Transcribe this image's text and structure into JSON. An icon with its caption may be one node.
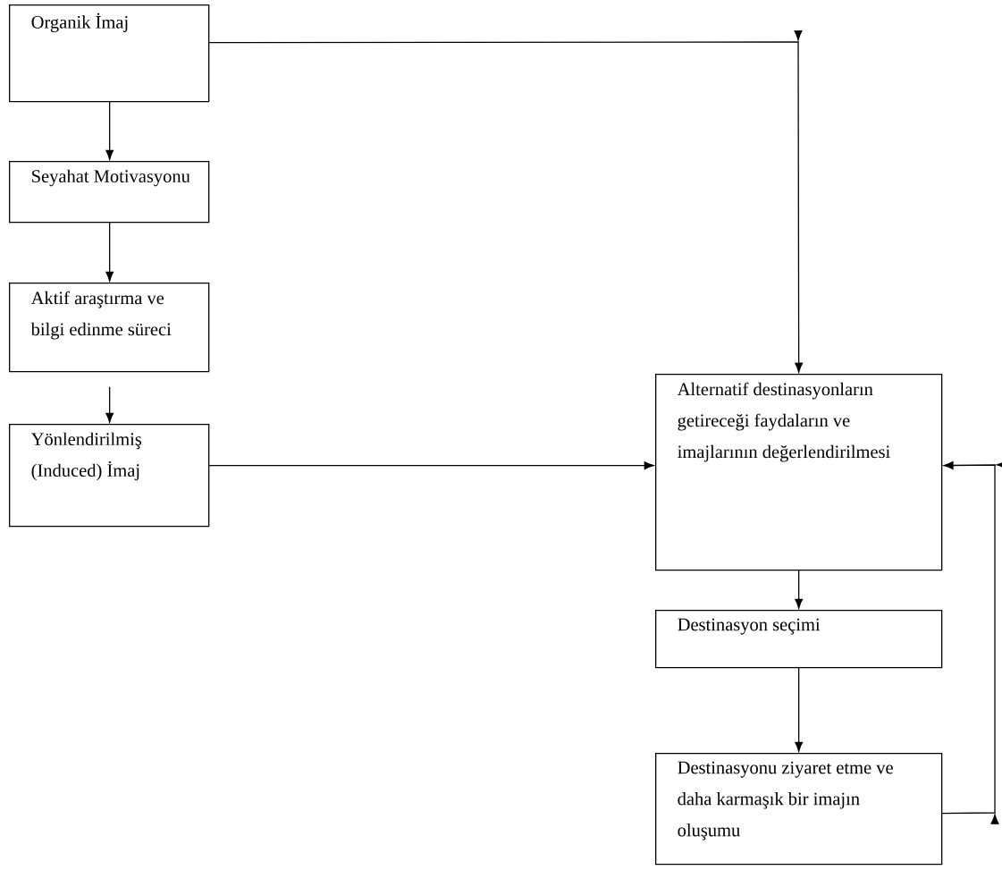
{
  "diagram": {
    "nodes": [
      {
        "text": [
          "Organik İmaj"
        ]
      },
      {
        "text": [
          "Seyahat Motivasyonu"
        ]
      },
      {
        "text": [
          "Aktif araştırma ve bilgi edinme süreci"
        ]
      },
      {
        "text": [
          "Yönlendirilmiş (Induced) İmaj"
        ]
      },
      {
        "text": [
          "Alternatif destinasyonların getireceği faydaların ve imajlarının değerlendirilmesi"
        ]
      },
      {
        "text": [
          "Destinasyon seçimi"
        ]
      },
      {
        "text": [
          "Destinasyonu ziyaret etme ve daha karmaşık bir imajın oluşumu"
        ]
      }
    ],
    "edges": [
      {
        "from": 0,
        "to": 1,
        "arrow": "to"
      },
      {
        "from": 1,
        "to": 2,
        "arrow": "to"
      },
      {
        "from": 2,
        "to": 3,
        "arrow": "to"
      },
      {
        "from": 0,
        "to": 4,
        "arrow": "to"
      },
      {
        "from": 3,
        "to": 4,
        "arrow": "to"
      },
      {
        "from": 4,
        "to": 5,
        "arrow": "to"
      },
      {
        "from": 5,
        "to": 6,
        "arrow": "to"
      },
      {
        "from": 6,
        "to": 4,
        "arrow": "to"
      }
    ]
  }
}
